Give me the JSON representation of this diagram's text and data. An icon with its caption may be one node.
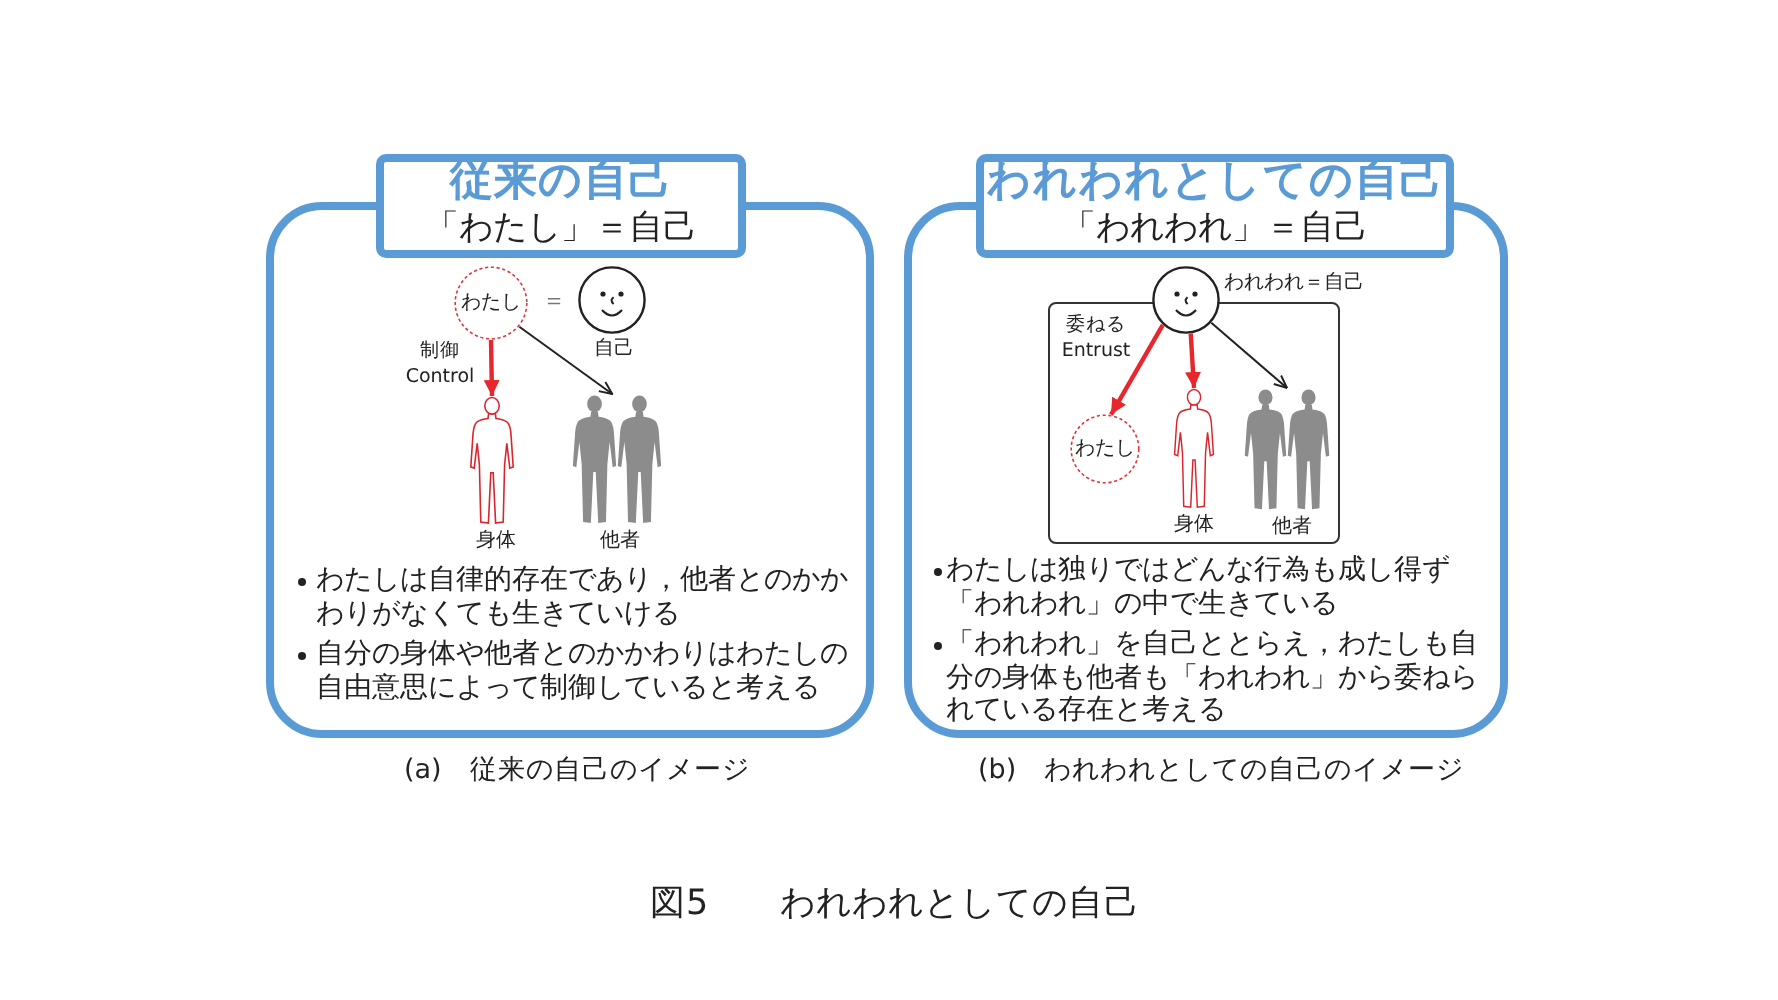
{
  "diagram": {
    "caption": "図5　　われわれとしての自己",
    "nodes": [
      {
        "text": [
          "従来の自己",
          "「わたし」＝自己"
        ]
      },
      {
        "text": [
          "わたしは自律的存在であり，他者とのかかわりがなくても生きていける",
          "自分の身体や他者とのかかわりはわたしの自由意思によって制御していると考える"
        ]
      },
      {
        "text": [
          "わたし"
        ],
        "in": 1
      },
      {
        "text": [],
        "shape": "circle",
        "beside": [
          "自己"
        ],
        "in": 1
      },
      {
        "text": [],
        "shape": "person",
        "beside": [
          "身体"
        ],
        "in": 1
      },
      {
        "text": [],
        "shape": "person",
        "beside": [
          "他者"
        ],
        "in": 1
      },
      {
        "text": [
          "われわれとしての自己",
          "「われわれ」＝自己"
        ]
      },
      {
        "text": [
          "わたしは独りではどんな行為も成し得ず「われわれ」の中で生きている",
          "「われわれ」を自己ととらえ，わたしも自分の身体も他者も「われわれ」から委ねられている存在と考える"
        ]
      },
      {
        "text": [],
        "shape": "box",
        "in": 7
      },
      {
        "text": [],
        "shape": "circle",
        "beside": [
          "われわれ＝自己"
        ],
        "in": 7
      },
      {
        "text": [
          "わたし"
        ],
        "in": 8
      },
      {
        "text": [],
        "shape": "person",
        "beside": [
          "身体"
        ],
        "in": 8
      },
      {
        "text": [],
        "shape": "person",
        "beside": [
          "他者"
        ],
        "in": 8
      }
    ],
    "edges": [
      {
        "from": 2,
        "to": 4,
        "arrow": "to",
        "label": "制御 Control"
      },
      {
        "from": 2,
        "to": 5,
        "arrow": "to",
        "color": "#222222"
      },
      {
        "from": 9,
        "to": 10,
        "arrow": "to",
        "label": "委ねる Entrust"
      },
      {
        "from": 9,
        "to": 11,
        "arrow": "to"
      },
      {
        "from": 9,
        "to": 12,
        "arrow": "to",
        "color": "#222222"
      }
    ],
    "labels": [
      "＝",
      "(a)　従来の自己のイメージ",
      "(b)　われわれとしての自己のイメージ"
    ]
  }
}
